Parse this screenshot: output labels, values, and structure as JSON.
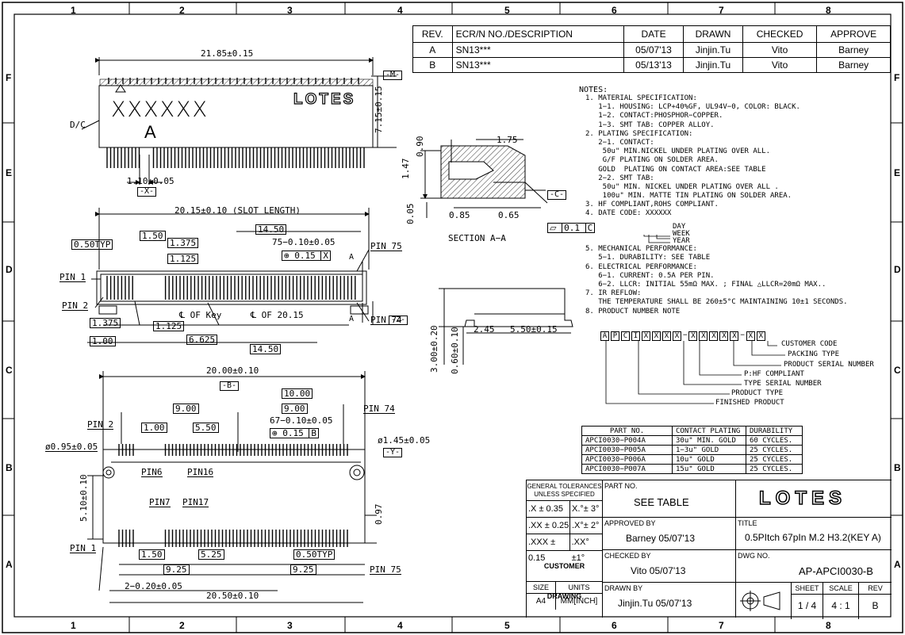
{
  "zones": {
    "columns": [
      "1",
      "2",
      "3",
      "4",
      "5",
      "6",
      "7",
      "8"
    ],
    "rows": [
      "F",
      "E",
      "D",
      "C",
      "B",
      "A"
    ]
  },
  "revision_table": {
    "headers": [
      "REV.",
      "ECR/N NO./DESCRIPTION",
      "DATE",
      "DRAWN",
      "CHECKED",
      "APPROVE"
    ],
    "rows": [
      [
        "A",
        "SN13***",
        "05/07'13",
        "Jinjin.Tu",
        "Vito",
        "Barney"
      ],
      [
        "B",
        "SN13***",
        "05/13'13",
        "Jinjin.Tu",
        "Vito",
        "Barney"
      ]
    ]
  },
  "top_view": {
    "width_dim": "21.85±0.15",
    "datum_m": "-M-",
    "marking_text": "XXXXXX",
    "marking_letter": "A",
    "dc_label": "D/C",
    "brand": "LOTES",
    "height_dim": "7.15±0.15",
    "pitch_dim": "1.10±0.05",
    "datum_x": "-X-"
  },
  "slot_view": {
    "slot_length": "20.15±0.10 (SLOT LENGTH)",
    "d_1_50": "1.50",
    "d_0_50typ": "0.50TYP",
    "d_1_375_top": "1.375",
    "d_1_125_top": "1.125",
    "d_14_50_top": "14.50",
    "d_75": "75−0.10±0.05",
    "tol_frame": "0.15",
    "tol_datum": "X",
    "pin1": "PIN 1",
    "pin2": "PIN 2",
    "pin75": "PIN 75",
    "pin74": "PIN 74",
    "key_label": "℄ OF Key",
    "center_label": "℄ OF 20.15",
    "d_1_375_bot": "1.375",
    "d_1_125_bot": "1.125",
    "d_1_00": "1.00",
    "d_6_625": "6.625",
    "d_14_50_bot": "14.50",
    "datum_z": "-Z-",
    "section_mark": "A"
  },
  "section": {
    "d_1_75": "1.75",
    "d_0_90": "0.90",
    "d_1_47": "1.47",
    "d_0_05": "0.05",
    "d_0_85": "0.85",
    "d_0_65": "0.65",
    "datum_c": "-C-",
    "flatness": "0.1",
    "flatness_datum": "C",
    "title": "SECTION A−A"
  },
  "side_view": {
    "d_3_00": "3.00±0.20",
    "d_0_60": "0.60±0.10",
    "d_2_45": "2.45",
    "d_5_50": "5.50±0.15"
  },
  "bottom_view": {
    "d_20_00": "20.00±0.10",
    "datum_b": "-B-",
    "d_10_00": "10.00",
    "d_9_00_a": "9.00",
    "d_9_00_b": "9.00",
    "d_67": "67−0.10±0.05",
    "d_1_00": "1.00",
    "d_5_50": "5.50",
    "tol_frame": "0.15",
    "tol_datum": "B",
    "pin2": "PIN 2",
    "pin74": "PIN 74",
    "hole_small": "ø0.95±0.05",
    "hole_large": "ø1.45±0.05",
    "datum_y": "-Y-",
    "pin6": "PIN6",
    "pin16": "PIN16",
    "pin7": "PIN7",
    "pin17": "PIN17",
    "d_5_10": "5.10±0.10",
    "d_0_97": "0.97",
    "pin1": "PIN 1",
    "pin75": "PIN 75",
    "d_1_50": "1.50",
    "d_5_25": "5.25",
    "d_0_50typ": "0.50TYP",
    "d_9_25_a": "9.25",
    "d_9_25_b": "9.25",
    "d_2_020": "2−0.20±0.05",
    "d_20_50": "20.50±0.10"
  },
  "notes": {
    "heading": "NOTES:",
    "lines": [
      "1. MATERIAL SPECIFICATION:",
      "   1−1. HOUSING: LCP+40%GF, UL94V−0, COLOR: BLACK.",
      "   1−2. CONTACT:PHOSPHOR−COPPER.",
      "   1−3. SMT TAB: COPPER ALLOY.",
      "2. PLATING SPECIFICATION:",
      "   2−1. CONTACT:",
      "    50u\" MIN.NICKEL UNDER PLATING OVER ALL.",
      "    G/F PLATING ON SOLDER AREA.",
      "   GOLD  PLATING ON CONTACT AREA:SEE TABLE",
      "   2−2. SMT TAB:",
      "    50u\" MIN. NICKEL UNDER PLATING OVER ALL .",
      "    100u\" MIN. MATTE TIN PLATING ON SOLDER AREA.",
      "3. HF COMPLIANT,ROHS COMPLIANT.",
      "4. DATE CODE: XXXXXX",
      "",
      "",
      "",
      "5. MECHANICAL PERFORMANCE:",
      "   5−1. DURABILITY: SEE TABLE",
      "6. ELECTRICAL PERFORMANCE:",
      "   6−1. CURRENT: 0.5A PER PIN.",
      "   6−2. LLCR: INITIAL 55mΩ MAX. ; FINAL △LLCR=20mΩ MAX..",
      "7. IR REFLOW:",
      "   THE TEMPERATURE SHALL BE 260±5°C MAINTAINING 10±1 SECONDS.",
      "8. PRODUCT NUMBER NOTE"
    ],
    "date_code_day": "DAY",
    "date_code_week": "WEEK",
    "date_code_year": "YEAR",
    "pn_chars": [
      "A",
      "P",
      "C",
      "I",
      "X",
      "X",
      "X",
      "X",
      "X",
      "X",
      "X",
      "X",
      "X",
      "X",
      "X"
    ],
    "pn_separators": [
      "−",
      "−"
    ],
    "pn_customer": "CUSTOMER CODE",
    "pn_packing": "PACKING TYPE",
    "pn_serial": "PRODUCT SERIAL NUMBER",
    "pn_hf": "P:HF COMPLIANT",
    "pn_type_serial": "TYPE SERIAL NUMBER",
    "pn_type": "PRODUCT TYPE",
    "pn_finished": "FINISHED PRODUCT"
  },
  "part_table": {
    "headers": [
      "PART NO.",
      "CONTACT PLATING",
      "DURABILITY"
    ],
    "rows": [
      [
        "APCI0030−P004A",
        "30u\" MIN. GOLD",
        "60 CYCLES."
      ],
      [
        "APCI0030−P005A",
        "1−3u\" GOLD",
        "25 CYCLES."
      ],
      [
        "APCI0030−P006A",
        "10u\" GOLD",
        "25 CYCLES."
      ],
      [
        "APCI0030−P007A",
        "15u\" GOLD",
        "25 CYCLES."
      ]
    ]
  },
  "title_block": {
    "gen_tol_1": "GENERAL TOLERANCES",
    "gen_tol_2": "UNLESS SPECIFIED",
    "tol_x": ".X ± 0.35",
    "tol_xa": "X.°± 3°",
    "tol_xx": ".XX ± 0.25",
    "tol_xxa": ".X°± 2°",
    "tol_xxx": ".XXX ± 0.15",
    "tol_xxxa": ".XX°±1°",
    "customer_drawing": "CUSTOMER DRAWING",
    "size_label": "SIZE",
    "units_label": "UNITS",
    "size": "A4",
    "units": "MM[INCH]",
    "part_no_label": "PART NO.",
    "part_no": "SEE TABLE",
    "approved_label": "APPROVED BY",
    "approved": "Barney  05/07'13",
    "checked_label": "CHECKED BY",
    "checked": "Vito  05/07'13",
    "drawn_label": "DRAWN BY",
    "drawn": "Jinjin.Tu  05/07'13",
    "brand": "LOTES",
    "title_label": "TITLE",
    "title": "0.5PItch 67pIn M.2 H3.2(KEY A)",
    "dwg_label": "DWG NO.",
    "dwg": "AP-APCI0030-B",
    "sheet_label": "SHEET",
    "scale_label": "SCALE",
    "rev_label": "REV",
    "sheet": "1 / 4",
    "scale": "4 : 1",
    "rev": "B"
  }
}
